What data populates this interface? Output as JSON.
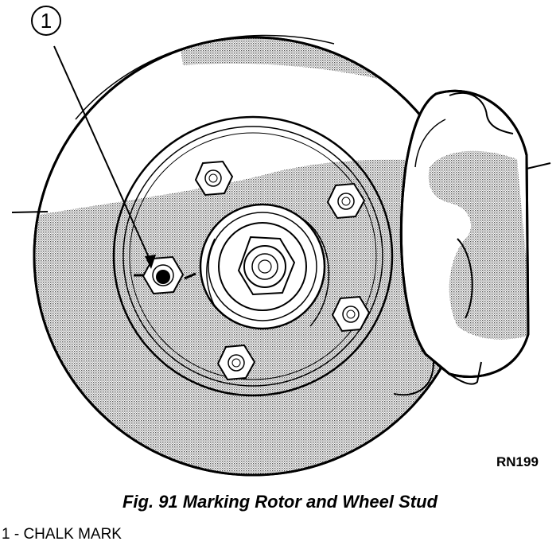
{
  "callout": {
    "number": "1"
  },
  "reference_code": "RN199",
  "caption": "Fig. 91 Marking Rotor and Wheel Stud",
  "legend": [
    {
      "text": "1 - CHALK MARK"
    }
  ]
}
